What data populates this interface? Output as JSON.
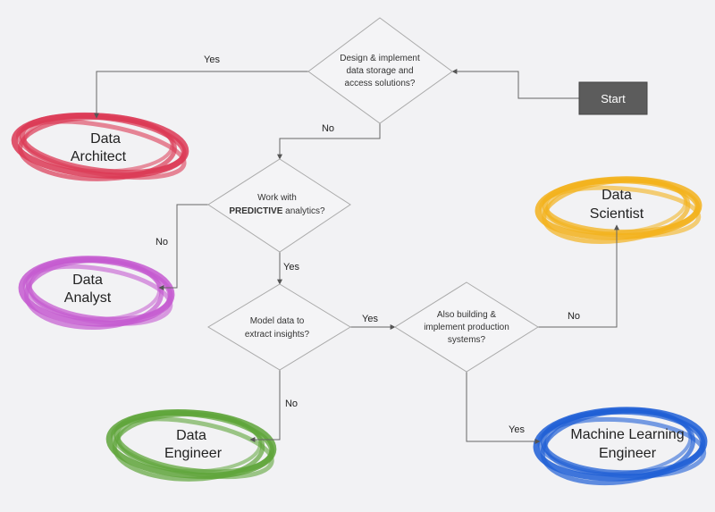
{
  "start": {
    "label": "Start"
  },
  "decisions": {
    "storage": {
      "line1": "Design & implement",
      "line2": "data storage and",
      "line3": "access solutions?"
    },
    "predictive": {
      "line1": "Work with",
      "bold": "PREDICTIVE",
      "rest": " analytics?"
    },
    "model": {
      "line1": "Model data to",
      "line2": "extract insights?"
    },
    "production": {
      "line1": "Also building &",
      "line2": "implement production",
      "line3": "systems?"
    }
  },
  "edges": {
    "storage_yes": "Yes",
    "storage_no": "No",
    "predictive_no": "No",
    "predictive_yes": "Yes",
    "model_yes": "Yes",
    "model_no": "No",
    "production_no": "No",
    "production_yes": "Yes"
  },
  "roles": {
    "architect": {
      "line1": "Data",
      "line2": "Architect",
      "color": "#dc3a55"
    },
    "analyst": {
      "line1": "Data",
      "line2": "Analyst",
      "color": "#c55bd0"
    },
    "engineer": {
      "line1": "Data",
      "line2": "Engineer",
      "color": "#5fa53a"
    },
    "scientist": {
      "line1": "Data",
      "line2": "Scientist",
      "color": "#f3b21c"
    },
    "ml": {
      "line1": "Machine Learning",
      "line2": "Engineer",
      "color": "#1f5fd6"
    }
  }
}
